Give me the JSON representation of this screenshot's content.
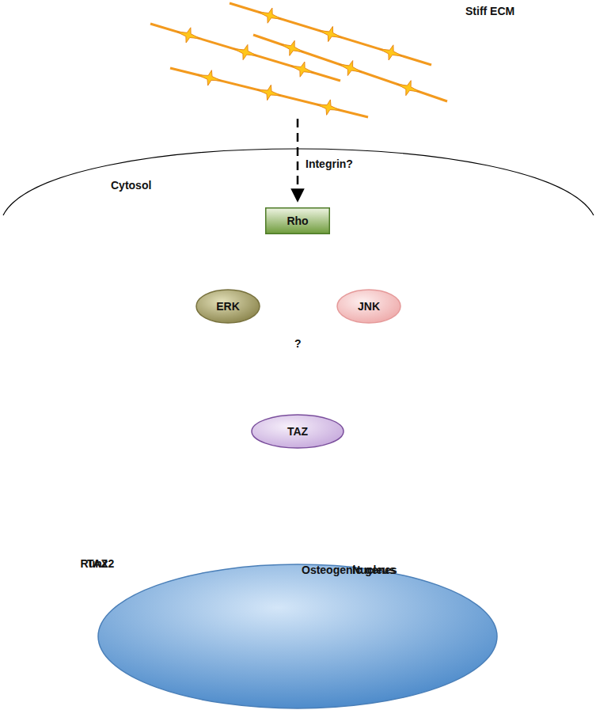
{
  "diagram": {
    "nodes": [
      {
        "text": [
          "Rho"
        ]
      },
      {
        "text": [
          "ERK"
        ]
      },
      {
        "text": [
          "JNK"
        ]
      },
      {
        "text": [
          "TAZ"
        ]
      },
      {
        "text": [
          "Nucleus",
          "Osteogenic genes"
        ]
      },
      {
        "text": [
          "TAZ"
        ],
        "in": 4
      },
      {
        "text": [
          "Runx2"
        ],
        "in": 4
      }
    ],
    "edges": [
      {
        "from": 0,
        "to": 1,
        "arrow": "to"
      },
      {
        "from": 0,
        "to": 2,
        "arrow": "to"
      },
      {
        "from": 1,
        "to": 3,
        "arrow": "to"
      },
      {
        "from": 2,
        "to": 3,
        "arrow": "to"
      },
      {
        "from": 3,
        "to": 5,
        "arrow": "to"
      }
    ],
    "labels": [
      "Stiff ECM",
      "Integrin?",
      "Cytosol",
      "?"
    ]
  }
}
